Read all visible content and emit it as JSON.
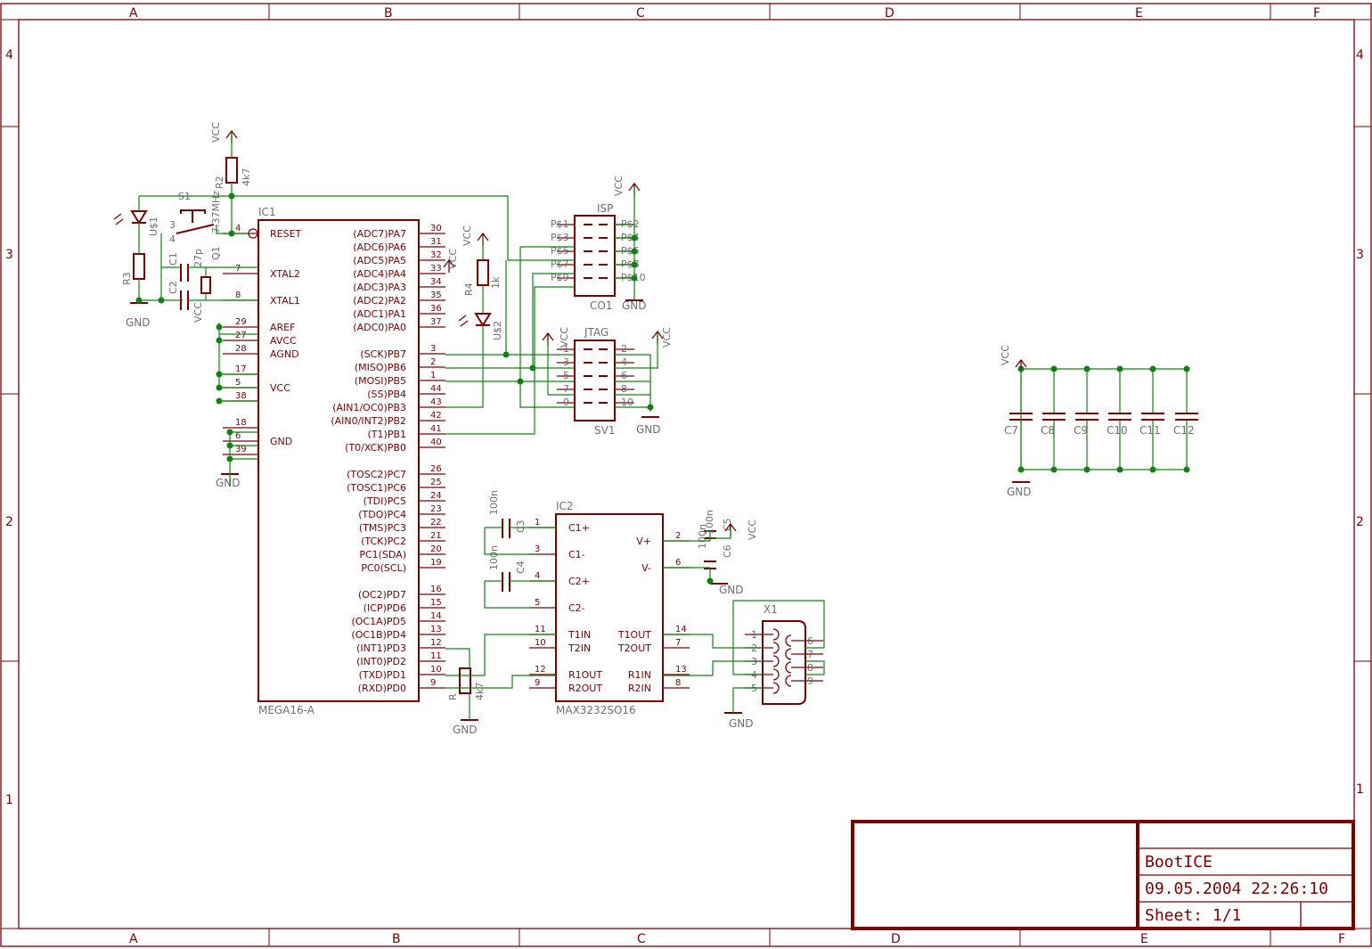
{
  "grid": {
    "columns": [
      "A",
      "B",
      "C",
      "D",
      "E",
      "F"
    ],
    "rows": [
      "4",
      "3",
      "2",
      "1"
    ]
  },
  "title_block": {
    "project": "BootICE",
    "date": "09.05.2004 22:26:10",
    "sheet": "Sheet: 1/1"
  },
  "ic1": {
    "name": "IC1",
    "value": "MEGA16-A",
    "left_pins": [
      {
        "num": "4",
        "label": "RESET"
      },
      {
        "num": "7",
        "label": "XTAL2"
      },
      {
        "num": "8",
        "label": "XTAL1"
      },
      {
        "num": "29",
        "label": "AREF"
      },
      {
        "num": "27",
        "label": "AVCC"
      },
      {
        "num": "28",
        "label": "AGND"
      },
      {
        "num": "17",
        "label": ""
      },
      {
        "num": "5",
        "label": "VCC"
      },
      {
        "num": "38",
        "label": ""
      },
      {
        "num": "18",
        "label": ""
      },
      {
        "num": "6",
        "label": "GND"
      },
      {
        "num": "39",
        "label": ""
      }
    ],
    "right_pins": [
      {
        "num": "30",
        "label": "(ADC7)PA7"
      },
      {
        "num": "31",
        "label": "(ADC6)PA6"
      },
      {
        "num": "32",
        "label": "(ADC5)PA5"
      },
      {
        "num": "33",
        "label": "(ADC4)PA4"
      },
      {
        "num": "34",
        "label": "(ADC3)PA3"
      },
      {
        "num": "35",
        "label": "(ADC2)PA2"
      },
      {
        "num": "36",
        "label": "(ADC1)PA1"
      },
      {
        "num": "37",
        "label": "(ADC0)PA0"
      },
      {
        "num": "3",
        "label": "(SCK)PB7"
      },
      {
        "num": "2",
        "label": "(MISO)PB6"
      },
      {
        "num": "1",
        "label": "(MOSI)PB5"
      },
      {
        "num": "44",
        "label": "(SS)PB4"
      },
      {
        "num": "43",
        "label": "(AIN1/OC0)PB3"
      },
      {
        "num": "42",
        "label": "(AIN0/INT2)PB2"
      },
      {
        "num": "41",
        "label": "(T1)PB1"
      },
      {
        "num": "40",
        "label": "(T0/XCK)PB0"
      },
      {
        "num": "26",
        "label": "(TOSC2)PC7"
      },
      {
        "num": "25",
        "label": "(TOSC1)PC6"
      },
      {
        "num": "24",
        "label": "(TDI)PC5"
      },
      {
        "num": "23",
        "label": "(TDO)PC4"
      },
      {
        "num": "22",
        "label": "(TMS)PC3"
      },
      {
        "num": "21",
        "label": "(TCK)PC2"
      },
      {
        "num": "20",
        "label": "PC1(SDA)"
      },
      {
        "num": "19",
        "label": "PC0(SCL)"
      },
      {
        "num": "16",
        "label": "(OC2)PD7"
      },
      {
        "num": "15",
        "label": "(ICP)PD6"
      },
      {
        "num": "14",
        "label": "(OC1A)PD5"
      },
      {
        "num": "13",
        "label": "(OC1B)PD4"
      },
      {
        "num": "12",
        "label": "(INT1)PD3"
      },
      {
        "num": "11",
        "label": "(INT0)PD2"
      },
      {
        "num": "10",
        "label": "(TXD)PD1"
      },
      {
        "num": "9",
        "label": "(RXD)PD0"
      }
    ]
  },
  "ic2": {
    "name": "IC2",
    "value": "MAX3232SO16",
    "left_pins": [
      {
        "num": "1",
        "label": "C1+"
      },
      {
        "num": "3",
        "label": "C1-"
      },
      {
        "num": "4",
        "label": "C2+"
      },
      {
        "num": "5",
        "label": "C2-"
      },
      {
        "num": "11",
        "label": "T1IN"
      },
      {
        "num": "10",
        "label": "T2IN"
      },
      {
        "num": "12",
        "label": "R1OUT"
      },
      {
        "num": "9",
        "label": "R2OUT"
      }
    ],
    "right_pins": [
      {
        "num": "2",
        "label": "V+"
      },
      {
        "num": "6",
        "label": "V-"
      },
      {
        "num": "14",
        "label": "T1OUT"
      },
      {
        "num": "7",
        "label": "T2OUT"
      },
      {
        "num": "13",
        "label": "R1IN"
      },
      {
        "num": "8",
        "label": "R2IN"
      }
    ]
  },
  "isp": {
    "name": "ISP",
    "value": "CO1",
    "left": [
      "P$1",
      "P$3",
      "P$5",
      "P$7",
      "P$9"
    ],
    "right": [
      "P$2",
      "P$4",
      "P$6",
      "P$8",
      "P$10"
    ]
  },
  "jtag": {
    "name": "JTAG",
    "value": "SV1",
    "left": [
      "1",
      "3",
      "5",
      "7",
      "9"
    ],
    "right": [
      "2",
      "4",
      "6",
      "8",
      "10"
    ]
  },
  "x1": {
    "name": "X1",
    "left": [
      "1",
      "2",
      "3",
      "4",
      "5"
    ],
    "right": [
      "6",
      "7",
      "8",
      "9"
    ]
  },
  "labels": {
    "vcc": "VCC",
    "gnd": "GND",
    "r2": "R2",
    "r2_val": "4k7",
    "r3": "R3",
    "r4": "R4",
    "r4_val": "1k",
    "r": "R",
    "r_val": "4k7",
    "s1": "S1",
    "s1_pin3": "3",
    "s1_pin4": "4",
    "u1": "U$1",
    "u2": "U$2",
    "c1": "C1",
    "c2": "C2",
    "c_val": "27p",
    "q1": "Q1",
    "q1_val": "7.37MHz",
    "c3": "C3",
    "c4": "C4",
    "c5": "C5",
    "c6": "C6",
    "c100n": "100n",
    "decoupling": [
      "C7",
      "C8",
      "C9",
      "C10",
      "C11",
      "C12"
    ]
  }
}
